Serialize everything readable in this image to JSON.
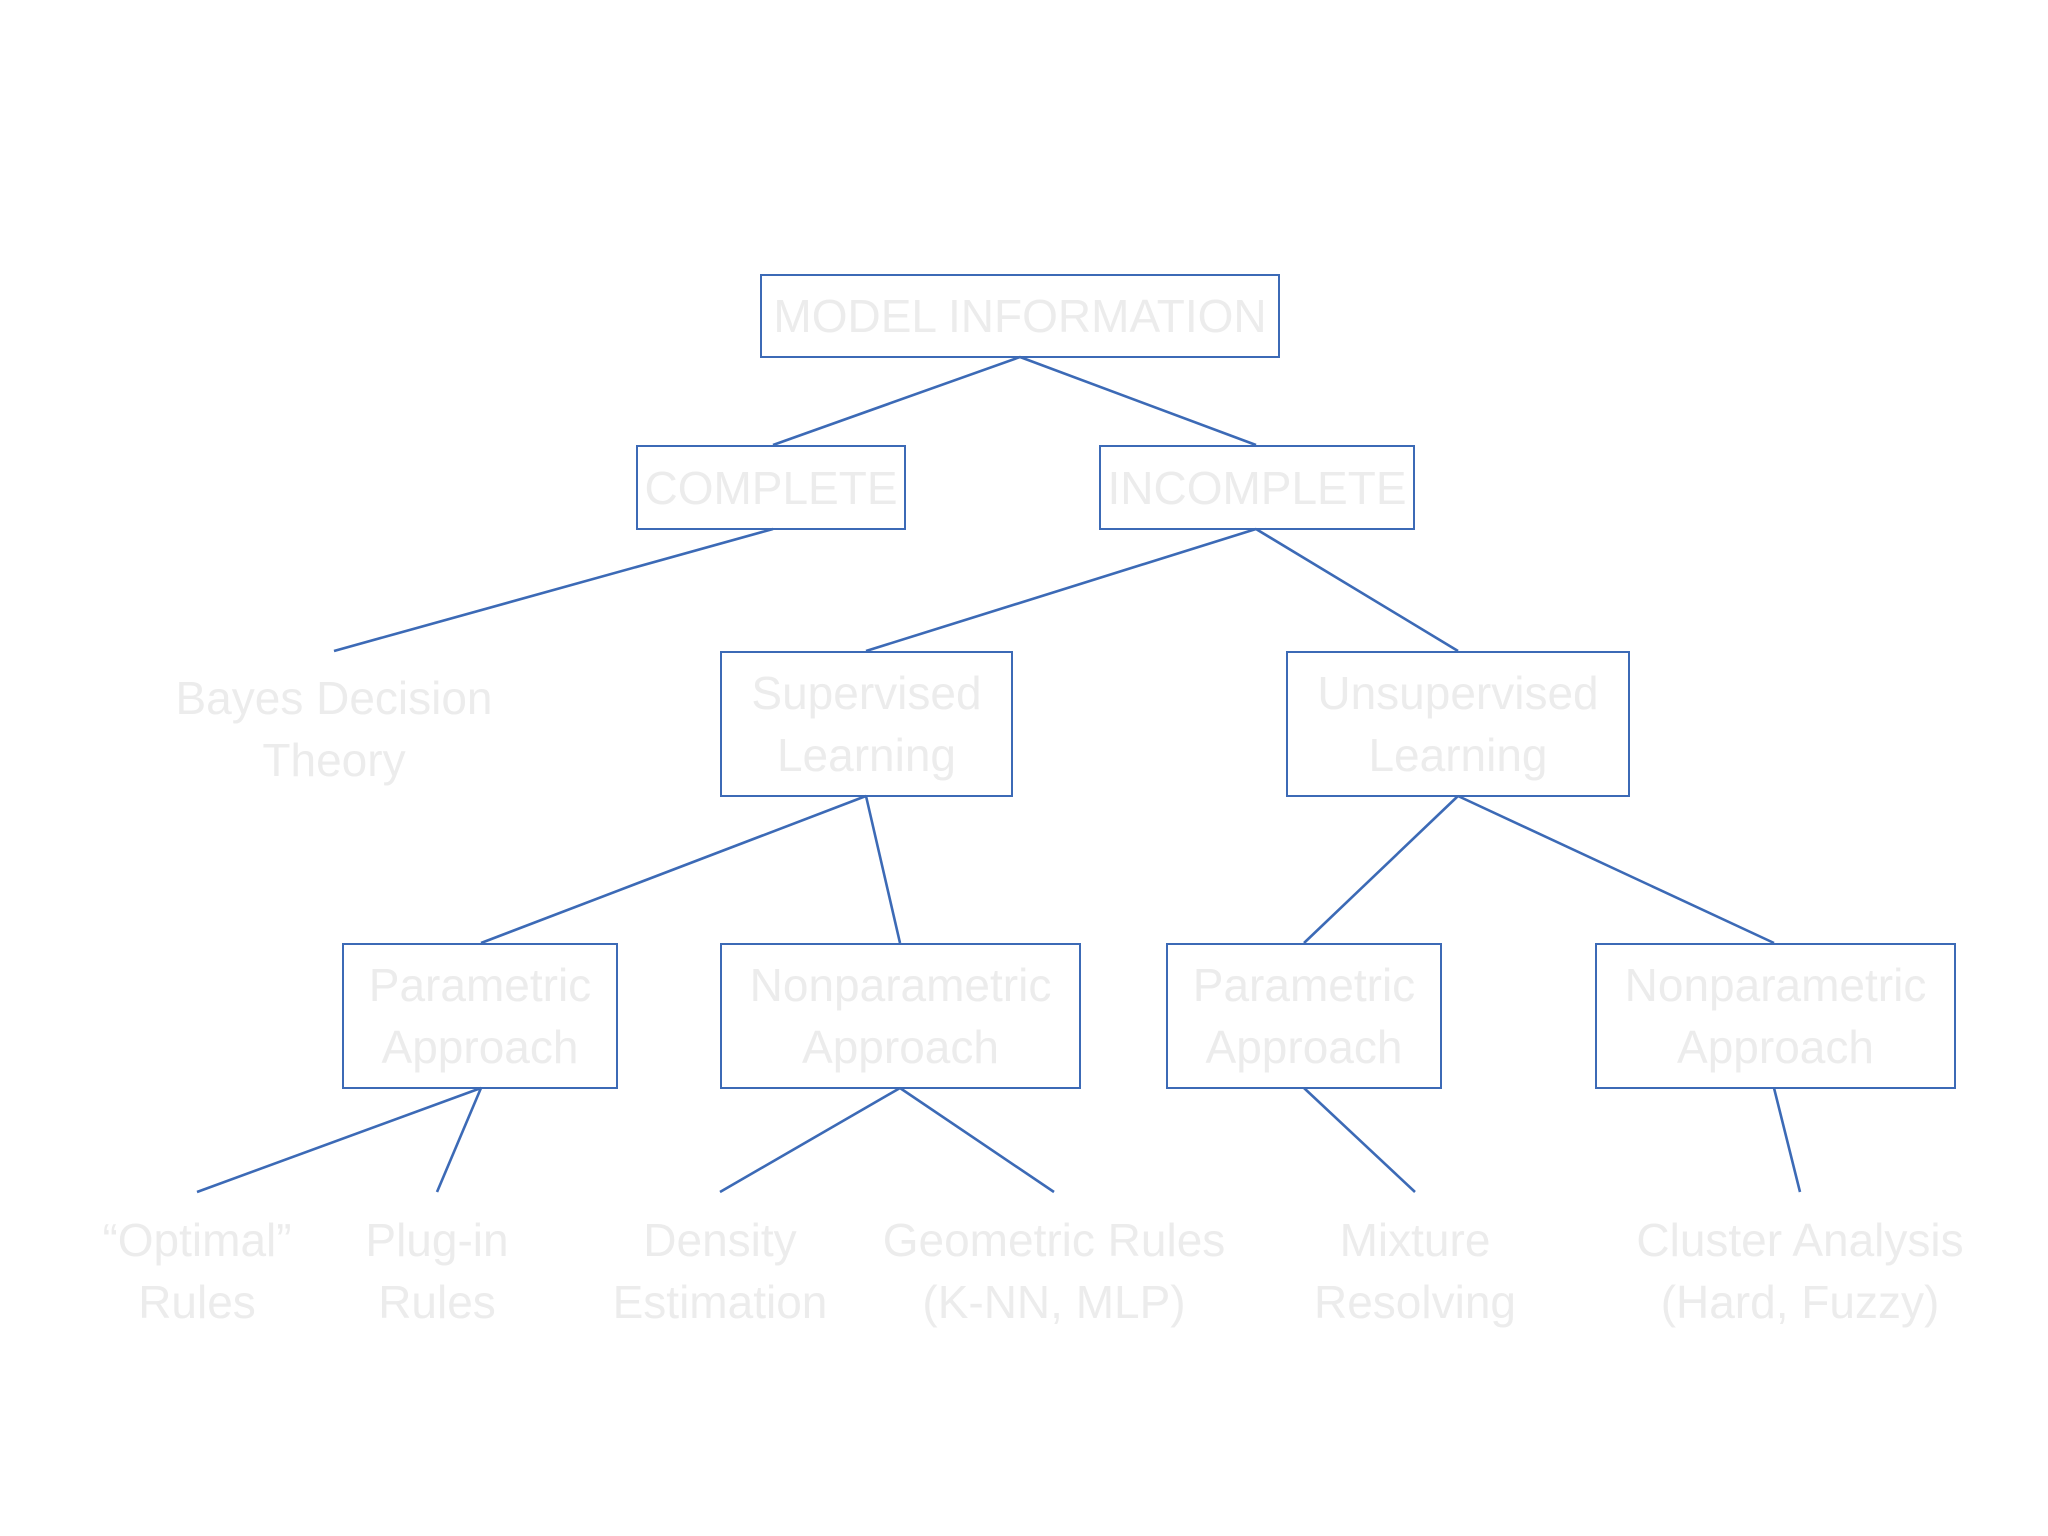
{
  "colors": {
    "stroke": "#3c6ab6",
    "text": "#ececec",
    "background": "#ffffff"
  },
  "nodes": {
    "model_information": {
      "lines": [
        "MODEL INFORMATION"
      ]
    },
    "complete": {
      "lines": [
        "COMPLETE"
      ]
    },
    "incomplete": {
      "lines": [
        "INCOMPLETE"
      ]
    },
    "bayes": {
      "lines": [
        "Bayes Decision",
        "Theory"
      ]
    },
    "supervised": {
      "lines": [
        "Supervised",
        "Learning"
      ]
    },
    "unsupervised": {
      "lines": [
        "Unsupervised",
        "Learning"
      ]
    },
    "sup_parametric": {
      "lines": [
        "Parametric",
        "Approach"
      ]
    },
    "sup_nonparametric": {
      "lines": [
        "Nonparametric",
        "Approach"
      ]
    },
    "unsup_parametric": {
      "lines": [
        "Parametric",
        "Approach"
      ]
    },
    "unsup_nonparametric": {
      "lines": [
        "Nonparametric",
        "Approach"
      ]
    },
    "optimal_rules": {
      "lines": [
        "“Optimal”",
        "Rules"
      ]
    },
    "plugin_rules": {
      "lines": [
        "Plug-in",
        "Rules"
      ]
    },
    "density_estimation": {
      "lines": [
        "Density",
        "Estimation"
      ]
    },
    "geometric_rules": {
      "lines": [
        "Geometric Rules",
        "(K-NN, MLP)"
      ]
    },
    "mixture_resolving": {
      "lines": [
        "Mixture",
        "Resolving"
      ]
    },
    "cluster_analysis": {
      "lines": [
        "Cluster Analysis",
        "(Hard, Fuzzy)"
      ]
    }
  }
}
